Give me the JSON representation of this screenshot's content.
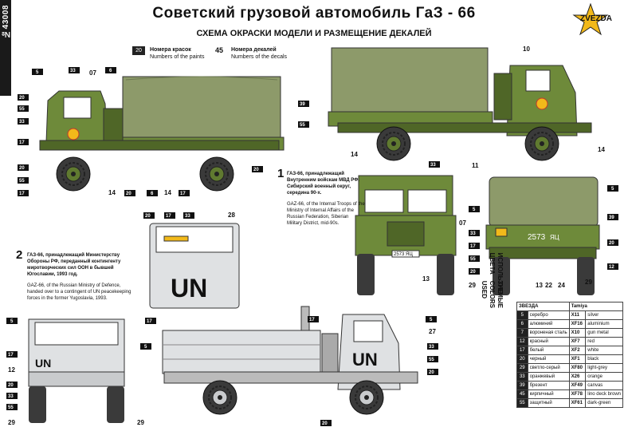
{
  "catalog_number": "№43008",
  "title": "Советский грузовой автомобиль ГаЗ - 66",
  "subtitle": "СХЕМА ОКРАСКИ МОДЕЛИ И РАЗМЕЩЕНИЕ ДЕКАЛЕЙ",
  "brand": "ZVEZDA",
  "legend": {
    "paints": {
      "sample": "20",
      "ru": "Номера красок",
      "en": "Numbers of the paints"
    },
    "decals": {
      "sample": "45",
      "ru": "Номера декалей",
      "en": "Numbers of the decals"
    }
  },
  "notes": [
    {
      "number": "1",
      "ru": "ГАЗ-66, принадлежащий Внутренним войскам МВД РФ. Сибирский военный округ, середина 90-х.",
      "en": "GAZ-66, of the Internal Troops of the Ministry of Internal Affairs of the Russian Federation, Siberian Military District, mid-90s."
    },
    {
      "number": "2",
      "ru": "ГАЗ-66, принадлежащий Министерству Обороны РФ, переданный контингенту миротворческих сил ООН в бывшей Югославии, 1993 год.",
      "en": "GAZ-66, of the Russian Ministry of Defence, handed over to a contingent of UN peacekeeping forces in the former Yugoslavia, 1993."
    }
  ],
  "colors_label": {
    "ru": "ИСПОЛЬЗУЕМЫЕ ЦВЕТА",
    "en": "THE COLORS USED"
  },
  "table": {
    "header": {
      "ru": "ЗВЕЗДА",
      "en": "Tamiya"
    },
    "rows": [
      {
        "n": "5",
        "ru": "серебро",
        "code": "X11",
        "en": "silver"
      },
      {
        "n": "6",
        "ru": "алюминий",
        "code": "XF16",
        "en": "aluminium"
      },
      {
        "n": "7",
        "ru": "вороненая сталь",
        "code": "X10",
        "en": "gun metal"
      },
      {
        "n": "12",
        "ru": "красный",
        "code": "XF7",
        "en": "red"
      },
      {
        "n": "17",
        "ru": "белый",
        "code": "XF2",
        "en": "white"
      },
      {
        "n": "20",
        "ru": "черный",
        "code": "XF1",
        "en": "black"
      },
      {
        "n": "29",
        "ru": "светло-серый",
        "code": "XF80",
        "en": "light-grey"
      },
      {
        "n": "33",
        "ru": "оранжевый",
        "code": "X26",
        "en": "orange"
      },
      {
        "n": "39",
        "ru": "брезент",
        "code": "XF49",
        "en": "canvas"
      },
      {
        "n": "45",
        "ru": "кирпичный",
        "code": "XF78",
        "en": "lino deck brown"
      },
      {
        "n": "55",
        "ru": "защитный",
        "code": "XF61",
        "en": "dark-green"
      }
    ]
  },
  "markings": {
    "un": "UN",
    "plate_rear": "2573",
    "plate_suffix": "ЯЦ",
    "plate_front": "2573 ЯЦ"
  },
  "colors": {
    "olive": "#6e8a3a",
    "olive_dark": "#4f6627",
    "canvas": "#8d9a6a",
    "white_body": "#dfe1e3",
    "tire": "#3a3a3a",
    "accent": "#f2b91a"
  }
}
